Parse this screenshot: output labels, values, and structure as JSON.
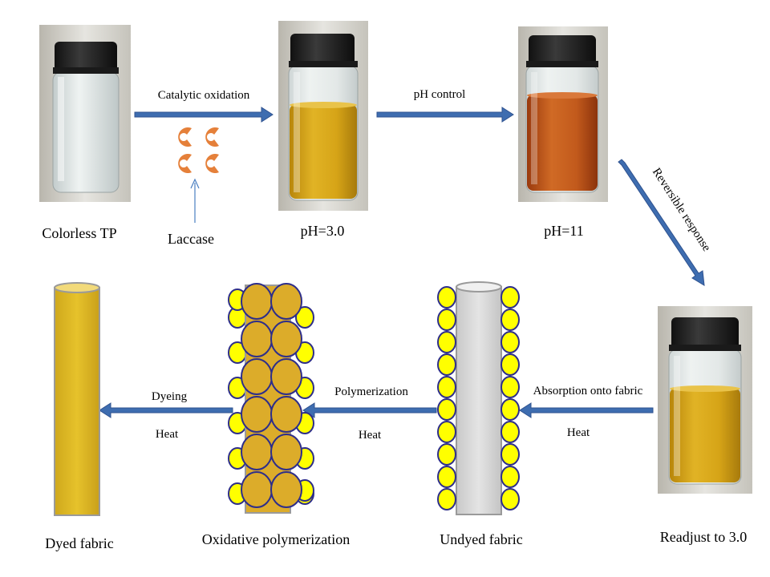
{
  "labels": {
    "colorless": "Colorless TP",
    "laccase": "Laccase",
    "ph3": "pH=3.0",
    "ph11": "pH=11",
    "readjust": "Readjust to 3.0",
    "dyed_fabric": "Dyed  fabric",
    "oxidative": "Oxidative  polymerization",
    "undyed": "Undyed  fabric"
  },
  "arrows": {
    "catalytic": "Catalytic  oxidation",
    "ph_control": "pH control",
    "reversible": "Reversible response",
    "absorption": "Absorption onto fabric",
    "absorption_sub": "Heat",
    "polymerization": "Polymerization",
    "polymerization_sub": "Heat",
    "dyeing": "Dyeing",
    "dyeing_sub": "Heat"
  },
  "colors": {
    "arrow": "#3e6db0",
    "arrow_stroke": "#2f528f",
    "enzyme": "#e5803a",
    "bead_yellow": "#ffff00",
    "bead_ochre": "#dcac2a",
    "bead_stroke": "#2e2e8a",
    "fabric_gold": "#e2bf27",
    "fabric_gray": "#d9d9d9",
    "solution_yellow": "#d8a414",
    "solution_orange": "#c0571a"
  }
}
